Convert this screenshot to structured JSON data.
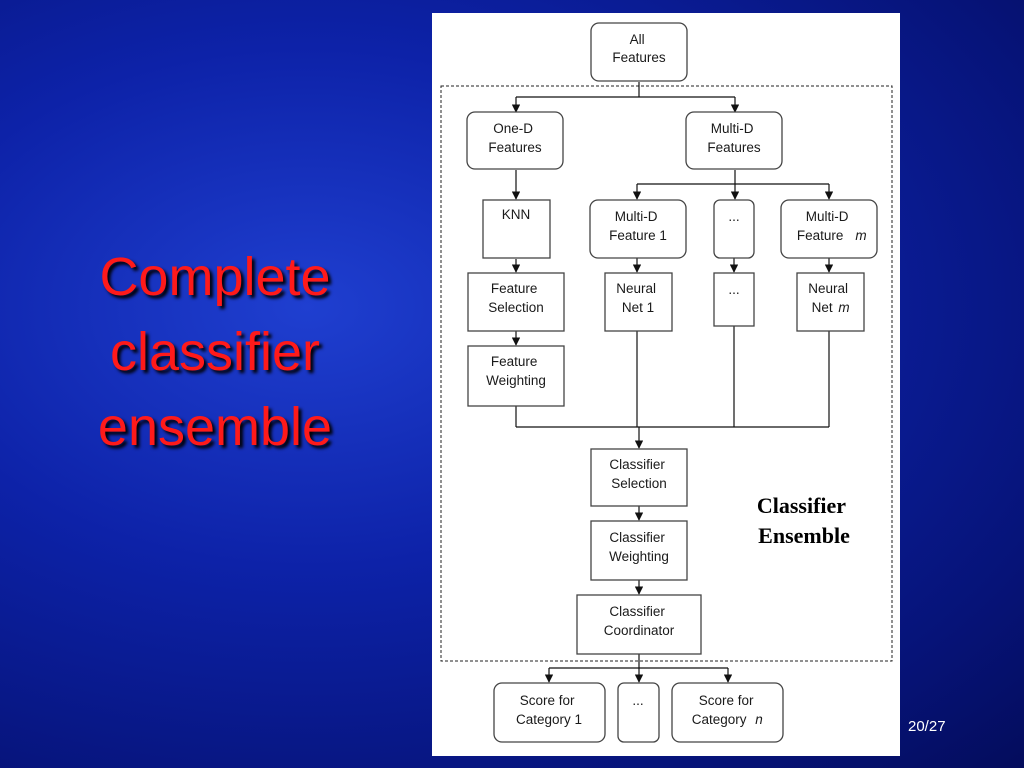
{
  "slide": {
    "title_lines": [
      "Complete",
      "classifier",
      "ensemble"
    ],
    "page_number": "20/27"
  },
  "diagram": {
    "ensemble_label_lines": [
      "Classifier",
      "Ensemble"
    ],
    "nodes": {
      "all_features": [
        "All",
        "Features"
      ],
      "one_d_features": [
        "One-D",
        "Features"
      ],
      "multi_d_features": [
        "Multi-D",
        "Features"
      ],
      "knn": [
        "KNN"
      ],
      "multi_d_feature_1": [
        "Multi-D",
        "Feature 1"
      ],
      "ellipsis_feature": [
        "..."
      ],
      "multi_d_feature_m": [
        "Multi-D",
        "Feature",
        "m"
      ],
      "feature_selection": [
        "Feature",
        "Selection"
      ],
      "neural_net_1": [
        "Neural",
        "Net 1"
      ],
      "ellipsis_net": [
        "..."
      ],
      "neural_net_m": [
        "Neural",
        "Net",
        "m"
      ],
      "feature_weighting": [
        "Feature",
        "Weighting"
      ],
      "classifier_selection": [
        "Classifier",
        "Selection"
      ],
      "classifier_weighting": [
        "Classifier",
        "Weighting"
      ],
      "classifier_coordinator": [
        "Classifier",
        "Coordinator"
      ],
      "score_category_1": [
        "Score for",
        "Category 1"
      ],
      "ellipsis_score": [
        "..."
      ],
      "score_category_n": [
        "Score for",
        "Category",
        "n"
      ]
    }
  }
}
